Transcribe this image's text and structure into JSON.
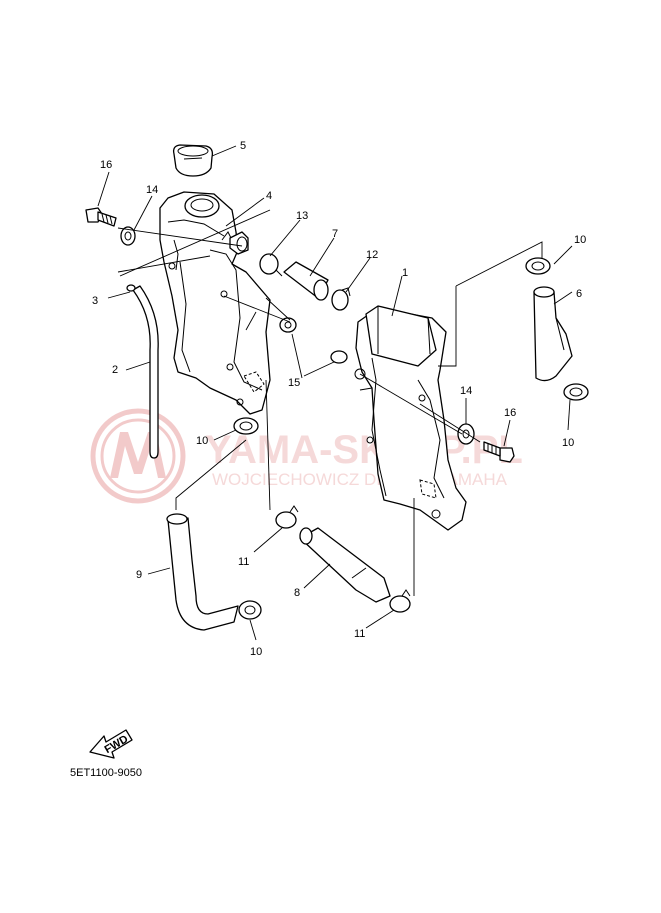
{
  "callouts": {
    "c1": "1",
    "c2": "2",
    "c3": "3",
    "c4": "4",
    "c5": "5",
    "c6": "6",
    "c7": "7",
    "c8": "8",
    "c9": "9",
    "c10a": "10",
    "c10b": "10",
    "c10c": "10",
    "c10d": "10",
    "c11a": "11",
    "c11b": "11",
    "c12": "12",
    "c13": "13",
    "c14a": "14",
    "c14b": "14",
    "c15": "15",
    "c16a": "16",
    "c16b": "16"
  },
  "fwd_label": "FWD",
  "diagram_code": "5ET1100-9050",
  "watermark": {
    "title": "YAMA-SKLEP.PL",
    "subtitle": "WOJCIECHOWICZ DEALER YAMAHA",
    "logo_color": "#e8a0a0"
  }
}
